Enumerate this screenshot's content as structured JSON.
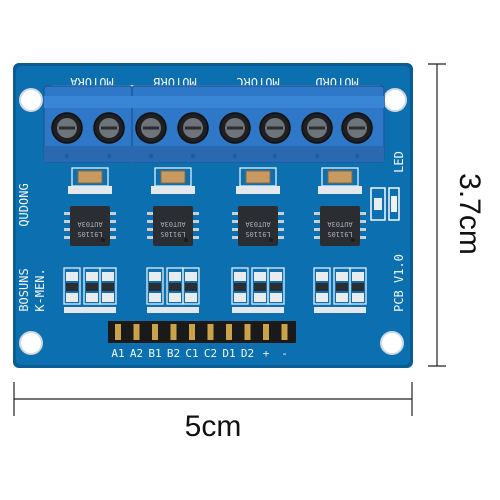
{
  "image": {
    "subject": "4-channel H-bridge motor driver module PCB",
    "colors": {
      "background": "#ffffff",
      "pcb": "#0b6fb0",
      "pcb_edge": "#0a5c95",
      "silkscreen": "#f4f8fb",
      "terminal_block": "#2f78c8",
      "chip": "#2a2d31",
      "header_pins": "#1a1a1a"
    }
  },
  "pcb": {
    "top_labels": [
      "MOTORA",
      "MOTORB",
      "MOTORC",
      "MOTORD"
    ],
    "left_label_upper": "QUDONG",
    "left_label_lower_1": "BOSUNS",
    "left_label_lower_2": "K-MEN.",
    "right_label_led": "LED",
    "right_label_version": "PCB V1.0",
    "chip_text_line1": "AUT03A",
    "chip_text_line2": "L9110S",
    "pin_labels": [
      "A1",
      "A2",
      "B1",
      "B2",
      "C1",
      "C2",
      "D1",
      "D2",
      "+",
      "-"
    ]
  },
  "dimensions": {
    "width_label": "5cm",
    "height_label": "3.7cm"
  }
}
